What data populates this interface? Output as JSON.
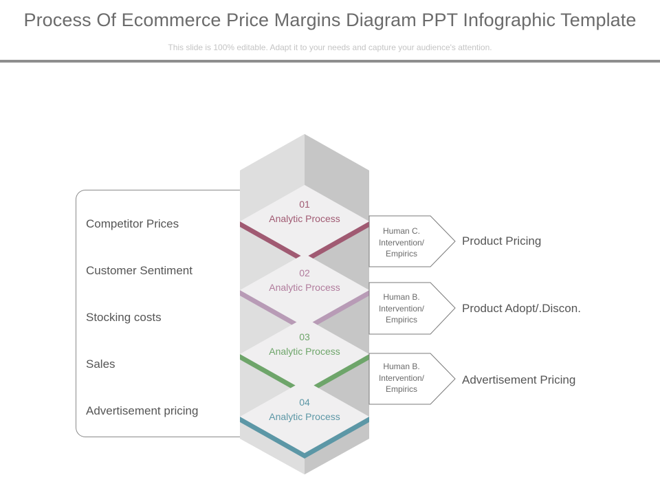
{
  "header": {
    "title": "Process Of Ecommerce  Price Margins Diagram PPT Infographic Template",
    "subtitle": "This slide is 100% editable. Adapt it to your needs and capture your audience's attention."
  },
  "factors": [
    "Competitor Prices",
    "Customer Sentiment",
    "Stocking costs",
    "Sales",
    "Advertisement pricing"
  ],
  "steps": [
    {
      "number": "01",
      "label": "Analytic Process",
      "color": "#a05a72"
    },
    {
      "number": "02",
      "label": "Analytic Process",
      "color": "#b07b9c"
    },
    {
      "number": "03",
      "label": "Analytic Process",
      "color": "#6ea56a"
    },
    {
      "number": "04",
      "label": "Analytic Process",
      "color": "#5c97a6"
    }
  ],
  "arrows": [
    {
      "line1": "Human C.",
      "line2": "Intervention/",
      "line3": "Empirics"
    },
    {
      "line1": "Human B.",
      "line2": "Intervention/",
      "line3": "Empirics"
    },
    {
      "line1": "Human B.",
      "line2": "Intervention/",
      "line3": "Empirics"
    }
  ],
  "results": [
    "Product Pricing",
    "Product Adopt/.Discon.",
    "Advertisement Pricing"
  ]
}
